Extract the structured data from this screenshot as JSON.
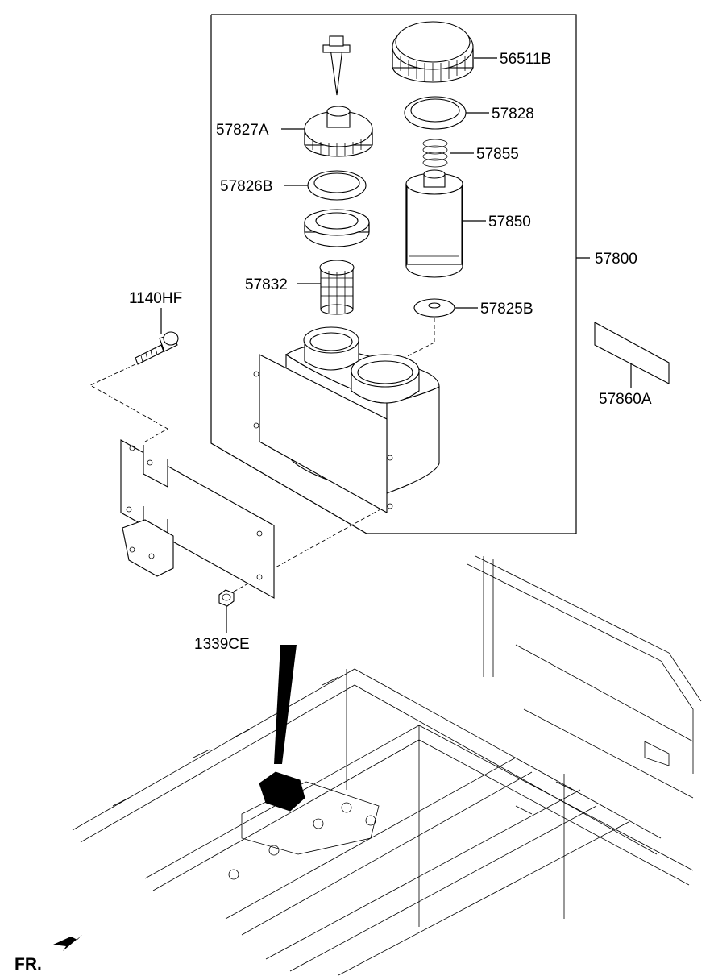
{
  "labels": {
    "cap": "56511B",
    "seal_upper": "57828",
    "spring": "57855",
    "filter": "57850",
    "assembly": "57800",
    "washer": "57825B",
    "cap_filler": "57827A",
    "seal_left": "57826B",
    "strainer": "57832",
    "bolt": "1140HF",
    "nut": "1339CE",
    "label_plate": "57860A"
  },
  "direction_marker": "FR."
}
